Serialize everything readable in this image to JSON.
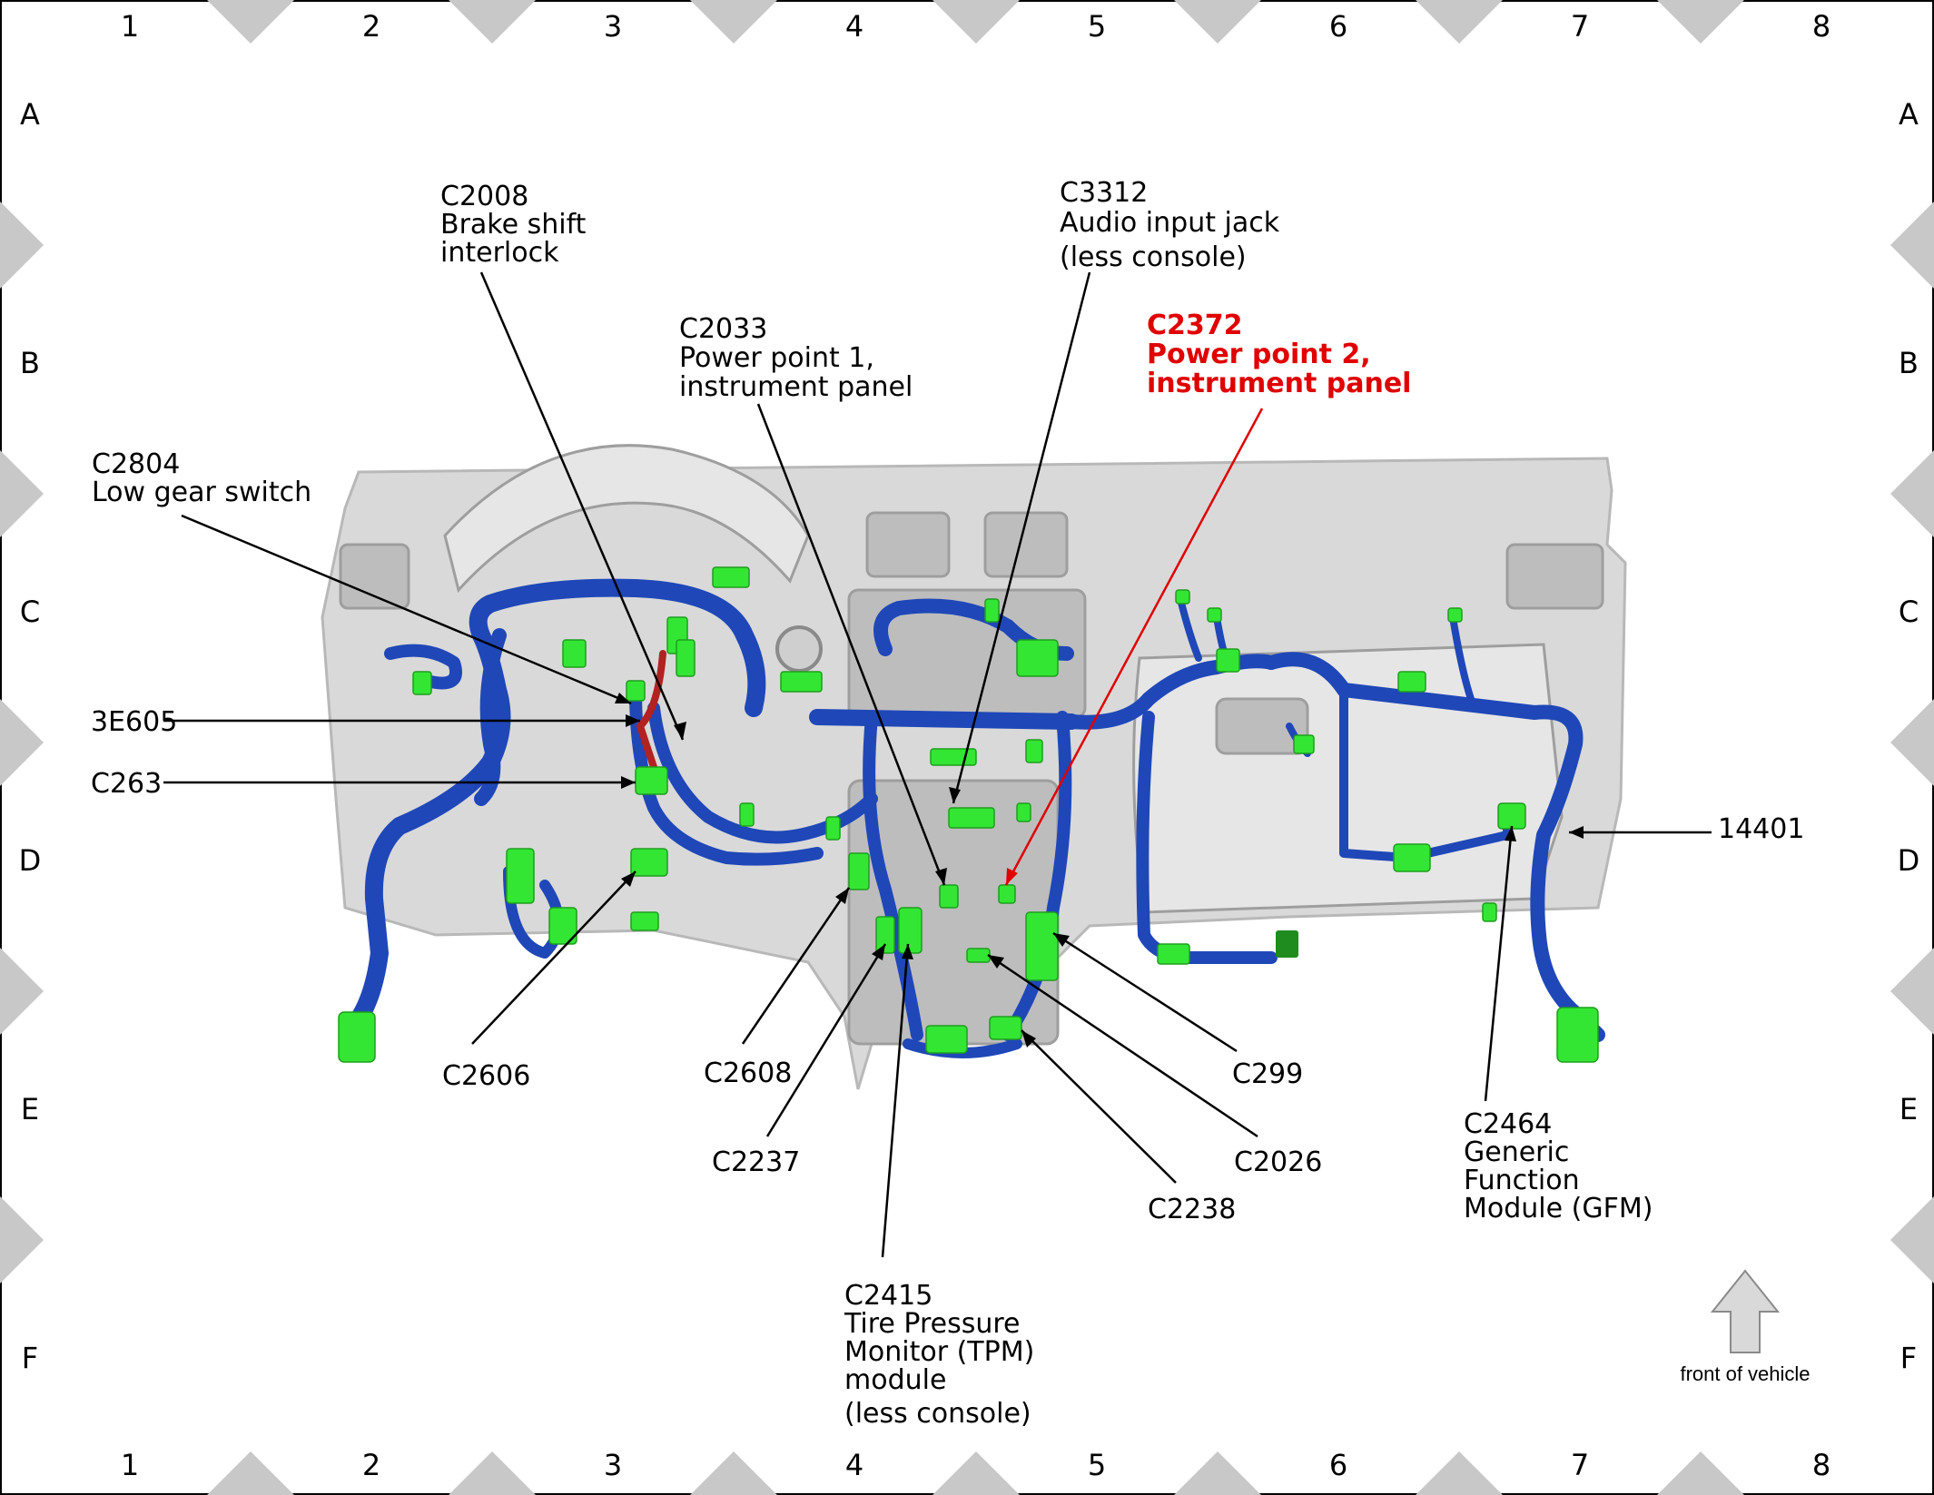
{
  "grid": {
    "columns": [
      "1",
      "2",
      "3",
      "4",
      "5",
      "6",
      "7",
      "8"
    ],
    "rows": [
      "A",
      "B",
      "C",
      "D",
      "E",
      "F"
    ]
  },
  "callouts": [
    {
      "id": "c2008",
      "lines": [
        "C2008",
        "Brake shift",
        "interlock"
      ],
      "highlight": false
    },
    {
      "id": "c3312",
      "lines": [
        "C3312",
        "Audio input jack",
        "(less console)"
      ],
      "highlight": false
    },
    {
      "id": "c2033",
      "lines": [
        "C2033",
        "Power point 1,",
        "instrument panel"
      ],
      "highlight": false
    },
    {
      "id": "c2372",
      "lines": [
        "C2372",
        "Power point 2,",
        "instrument panel"
      ],
      "highlight": true
    },
    {
      "id": "c2804",
      "lines": [
        "C2804",
        "Low gear switch"
      ],
      "highlight": false
    },
    {
      "id": "3e605",
      "lines": [
        "3E605"
      ],
      "highlight": false
    },
    {
      "id": "c263",
      "lines": [
        "C263"
      ],
      "highlight": false
    },
    {
      "id": "14401",
      "lines": [
        "14401"
      ],
      "highlight": false
    },
    {
      "id": "c2606",
      "lines": [
        "C2606"
      ],
      "highlight": false
    },
    {
      "id": "c2608",
      "lines": [
        "C2608"
      ],
      "highlight": false
    },
    {
      "id": "c299",
      "lines": [
        "C299"
      ],
      "highlight": false
    },
    {
      "id": "c2237",
      "lines": [
        "C2237"
      ],
      "highlight": false
    },
    {
      "id": "c2026",
      "lines": [
        "C2026"
      ],
      "highlight": false
    },
    {
      "id": "c2238",
      "lines": [
        "C2238"
      ],
      "highlight": false
    },
    {
      "id": "c2464",
      "lines": [
        "C2464",
        "Generic",
        "Function",
        "Module (GFM)"
      ],
      "highlight": false
    },
    {
      "id": "c2415",
      "lines": [
        "C2415",
        "Tire Pressure",
        "Monitor (TPM)",
        "module",
        "(less console)"
      ],
      "highlight": false
    }
  ],
  "orientation_label": "front of vehicle",
  "colors": {
    "harness": "#1f47b8",
    "connector": "#33e633",
    "highlight": "#e00000",
    "panel": "#d9d9d9",
    "tab": "#c8c8c8"
  }
}
